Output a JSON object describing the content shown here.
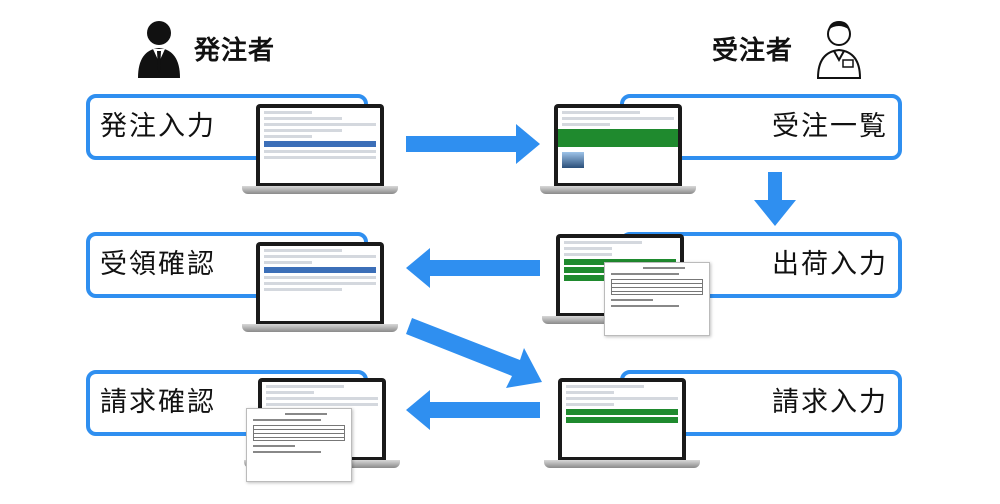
{
  "actors": {
    "orderer": {
      "label": "発注者",
      "icon": "businessman-icon"
    },
    "receiver": {
      "label": "受注者",
      "icon": "staff-icon"
    }
  },
  "steps": {
    "order_input": "発注入力",
    "order_list": "受注一覧",
    "shipping_input": "出荷入力",
    "receipt_check": "受領確認",
    "invoice_input": "請求入力",
    "invoice_check": "請求確認"
  },
  "colors": {
    "box_border": "#2f8ff0",
    "arrow": "#2f8ff0"
  }
}
